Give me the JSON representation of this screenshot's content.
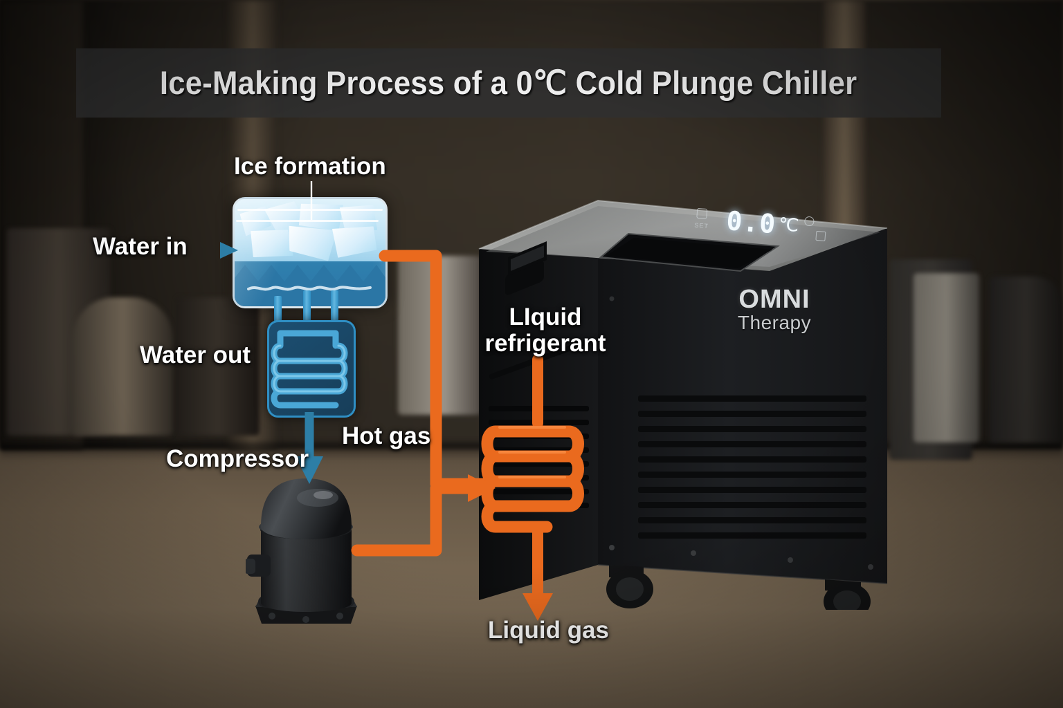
{
  "title": {
    "text": "Ice-Making Process of a 0℃ Cold Plunge Chiller"
  },
  "labels": {
    "ice_formation": "Ice formation",
    "water_in": "Water in",
    "water_out": "Water out",
    "compressor": "Compressor",
    "hot_gas": "Hot gas",
    "liquid_refrigerant": "LIquid\nrefrigerant",
    "liquid_gas": "Liquid gas"
  },
  "chiller": {
    "brand_primary": "OMNI",
    "brand_secondary": "Therapy",
    "display_value": "0.0",
    "display_unit": "℃"
  },
  "colors": {
    "refrigerant_orange": "#ea6a1e",
    "water_blue": "#2f8fc4",
    "ice_light": "#cfe8f5",
    "water_dark": "#2b76a5",
    "label_white": "#ffffff",
    "banner_dark": "#303030"
  }
}
